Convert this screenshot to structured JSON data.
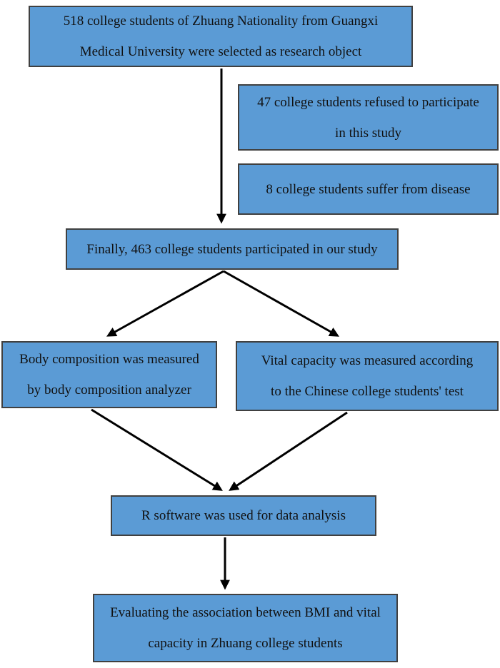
{
  "colors": {
    "page_bg": "#ffffff",
    "box_fill": "#5b9bd5",
    "box_border": "#404040",
    "arrow_color": "#000000",
    "text_color": "#111111"
  },
  "diagram": {
    "type": "flowchart",
    "boxes": {
      "b1": {
        "id": "selected",
        "lines": [
          "518 college students of Zhuang Nationality from Guangxi",
          "Medical University were selected as research object"
        ]
      },
      "b2": {
        "id": "refused",
        "lines": [
          "47 college students refused to participate",
          "in this study"
        ]
      },
      "b3": {
        "id": "disease",
        "lines": [
          "8 college students suffer from disease"
        ]
      },
      "b4": {
        "id": "participated",
        "lines": [
          "Finally, 463 college students participated in our study"
        ]
      },
      "b5": {
        "id": "body-composition",
        "lines": [
          "Body composition was measured",
          "by body composition analyzer"
        ]
      },
      "b6": {
        "id": "vital-capacity",
        "lines": [
          "Vital capacity was measured according",
          "to the Chinese college students' test"
        ]
      },
      "b7": {
        "id": "r-software",
        "lines": [
          "R software was used for data analysis"
        ]
      },
      "b8": {
        "id": "evaluating",
        "lines": [
          "Evaluating the association between BMI and vital",
          "capacity in Zhuang college students"
        ]
      }
    },
    "edges": [
      {
        "from": "selected",
        "to": "participated"
      },
      {
        "from": "participated",
        "to": "body-composition"
      },
      {
        "from": "participated",
        "to": "vital-capacity"
      },
      {
        "from": "body-composition",
        "to": "r-software"
      },
      {
        "from": "vital-capacity",
        "to": "r-software"
      },
      {
        "from": "r-software",
        "to": "evaluating"
      }
    ]
  }
}
